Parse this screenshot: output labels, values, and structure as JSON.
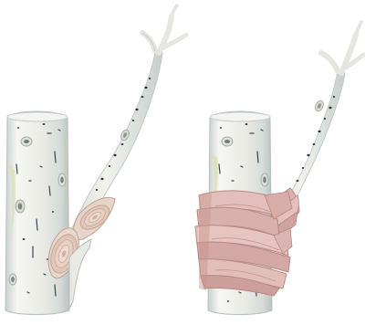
{
  "illustration": {
    "panels": [
      {
        "id": "before",
        "subject": "birch-trunk-with-broken-branch",
        "wrapped": false
      },
      {
        "id": "after",
        "subject": "birch-trunk-with-bandaged-branch",
        "wrapped": true
      }
    ],
    "colors": {
      "bark": "#eeeeea",
      "bark_shadow": "#cfd6d4",
      "bark_highlight": "#ffffff",
      "bark_tint": "#d9dfa9",
      "lenticel": "#2b3440",
      "wound": "#e7d4c8",
      "wound_ring": "#c9a997",
      "bandage": "#d8b1ad",
      "bandage_dark": "#b98884",
      "bandage_light": "#ecccc7"
    }
  }
}
